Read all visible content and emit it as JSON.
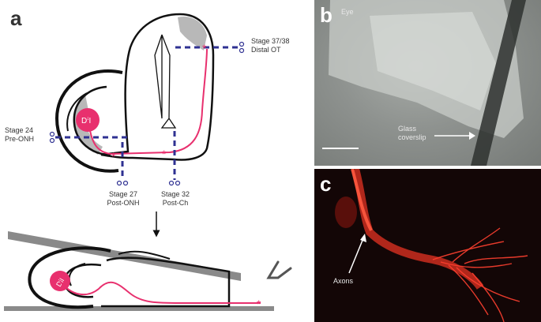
{
  "panels": {
    "a": "a",
    "b": "b",
    "c": "c"
  },
  "diagram": {
    "dye_label_top": "DiI",
    "dye_label_bottom": "DiI",
    "cuts": {
      "distal_ot": [
        "Stage 37/38",
        "Distal OT"
      ],
      "pre_onh": [
        "Stage 24",
        "Pre-ONH"
      ],
      "post_onh": [
        "Stage 27",
        "Post-ONH"
      ],
      "post_ch": [
        "Stage 32",
        "Post-Ch"
      ]
    }
  },
  "photo_b": {
    "eye_label": "Eye",
    "coverslip_label": [
      "Glass",
      "coverslip"
    ]
  },
  "photo_c": {
    "axons_label": "Axons"
  },
  "colors": {
    "axon": "#e8306e",
    "cut_line": "#2f3192",
    "outline": "#111111",
    "tectum_fill": "#b8b8b8",
    "slide": "#8a8a8a"
  }
}
